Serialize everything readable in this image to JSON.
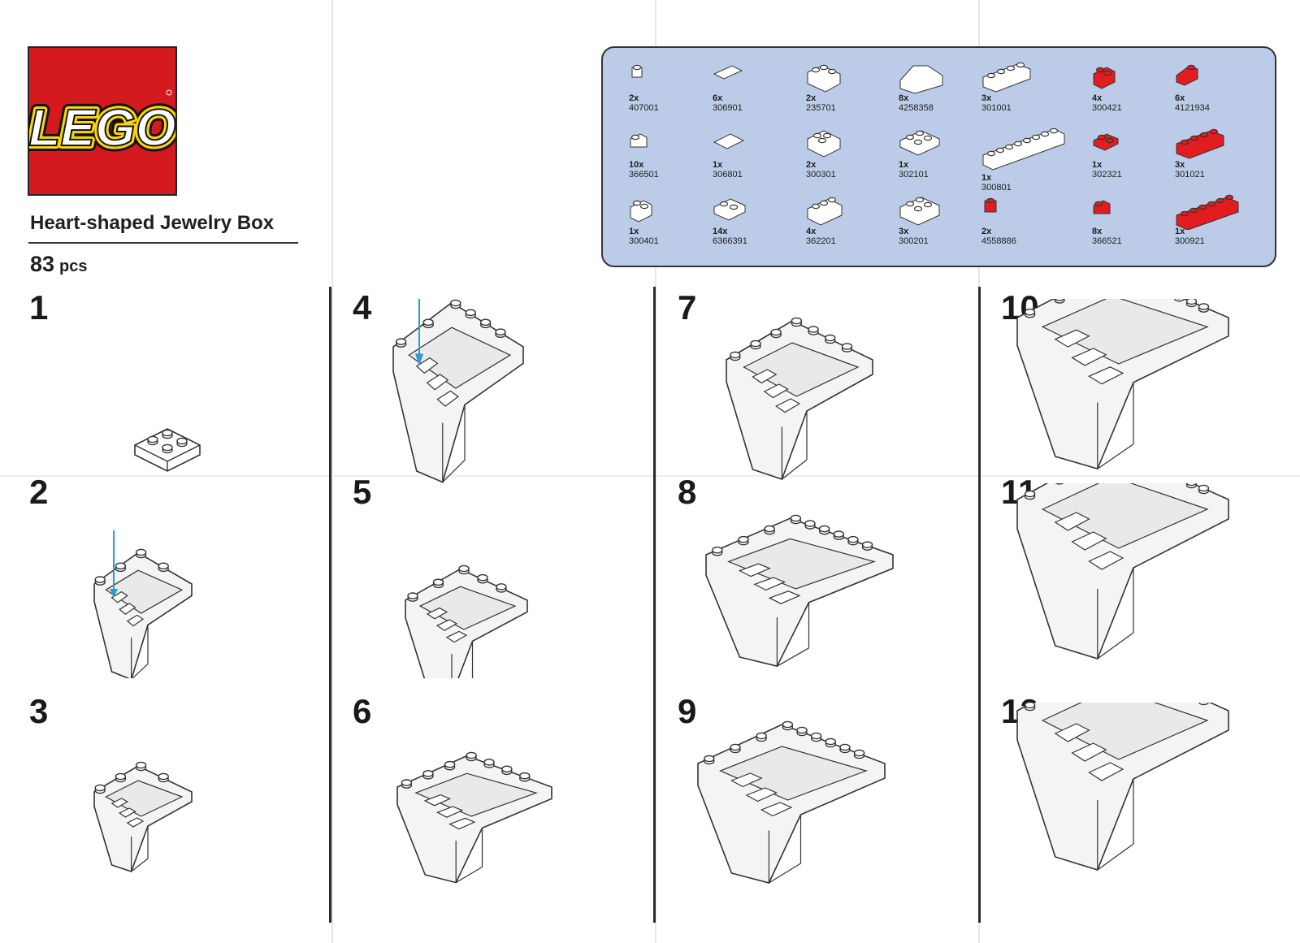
{
  "brand": {
    "logo_text": "LEGO",
    "colors": {
      "logo_red": "#d4191f",
      "logo_yellow": "#ffd500",
      "panel_blue": "#bccce8",
      "brick_red": "#e31d1f"
    }
  },
  "header": {
    "title": "Heart-shaped Jewelry Box",
    "piece_count": "83",
    "piece_unit": "pcs"
  },
  "parts": [
    {
      "qty": "2x",
      "code": "407001",
      "color": "white",
      "shape": "round-plate"
    },
    {
      "qty": "10x",
      "code": "366501",
      "color": "white",
      "shape": "slope-small"
    },
    {
      "qty": "1x",
      "code": "300401",
      "color": "white",
      "shape": "brick-1x2"
    },
    {
      "qty": "6x",
      "code": "306901",
      "color": "white",
      "shape": "tile-1x2"
    },
    {
      "qty": "1x",
      "code": "306801",
      "color": "white",
      "shape": "tile-2x2"
    },
    {
      "qty": "14x",
      "code": "6366391",
      "color": "white",
      "shape": "plate-2x2-jumper"
    },
    {
      "qty": "2x",
      "code": "235701",
      "color": "white",
      "shape": "corner-brick"
    },
    {
      "qty": "2x",
      "code": "300301",
      "color": "white",
      "shape": "brick-2x2"
    },
    {
      "qty": "4x",
      "code": "362201",
      "color": "white",
      "shape": "brick-1x3"
    },
    {
      "qty": "8x",
      "code": "4258358",
      "color": "white",
      "shape": "slope-2x3"
    },
    {
      "qty": "1x",
      "code": "302101",
      "color": "white",
      "shape": "plate-2x3"
    },
    {
      "qty": "3x",
      "code": "300201",
      "color": "white",
      "shape": "brick-2x3"
    },
    {
      "qty": "3x",
      "code": "301001",
      "color": "white",
      "shape": "brick-1x4"
    },
    {
      "qty": "1x",
      "code": "300801",
      "color": "white",
      "shape": "brick-1x8"
    },
    {
      "qty": "2x",
      "code": "4558886",
      "color": "red",
      "shape": "round-brick"
    },
    {
      "qty": "4x",
      "code": "300421",
      "color": "red",
      "shape": "brick-1x2"
    },
    {
      "qty": "1x",
      "code": "302321",
      "color": "red",
      "shape": "plate-1x2"
    },
    {
      "qty": "8x",
      "code": "366521",
      "color": "red",
      "shape": "slope-small"
    },
    {
      "qty": "6x",
      "code": "4121934",
      "color": "red",
      "shape": "slope-1x2"
    },
    {
      "qty": "3x",
      "code": "301021",
      "color": "red",
      "shape": "brick-1x4"
    },
    {
      "qty": "1x",
      "code": "300921",
      "color": "red",
      "shape": "brick-1x6"
    }
  ],
  "steps": [
    {
      "number": "1"
    },
    {
      "number": "2"
    },
    {
      "number": "3"
    },
    {
      "number": "4"
    },
    {
      "number": "5"
    },
    {
      "number": "6"
    },
    {
      "number": "7"
    },
    {
      "number": "8"
    },
    {
      "number": "9"
    },
    {
      "number": "10"
    },
    {
      "number": "11"
    },
    {
      "number": "12"
    }
  ]
}
